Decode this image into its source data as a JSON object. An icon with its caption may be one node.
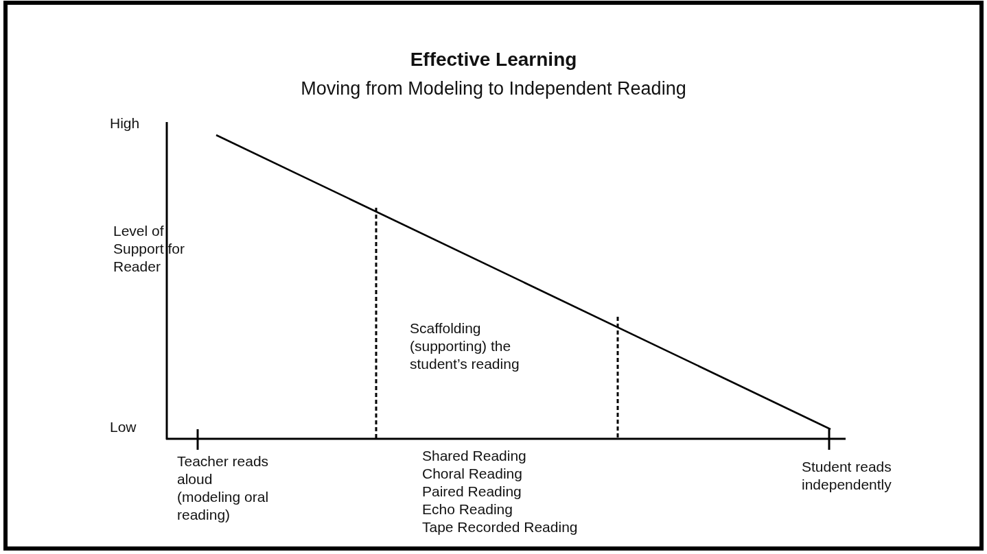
{
  "diagram": {
    "title": "Effective Learning",
    "labels": [
      "Moving from Modeling to Independent Reading",
      "High",
      "Level of Support for Reader",
      "Low",
      "Scaffolding (supporting) the student’s reading",
      "Teacher reads aloud (modeling oral reading)",
      "Shared Reading",
      "Choral Reading",
      "Paired Reading",
      "Echo Reading",
      "Tape Recorded Reading",
      "Student reads independently"
    ]
  }
}
